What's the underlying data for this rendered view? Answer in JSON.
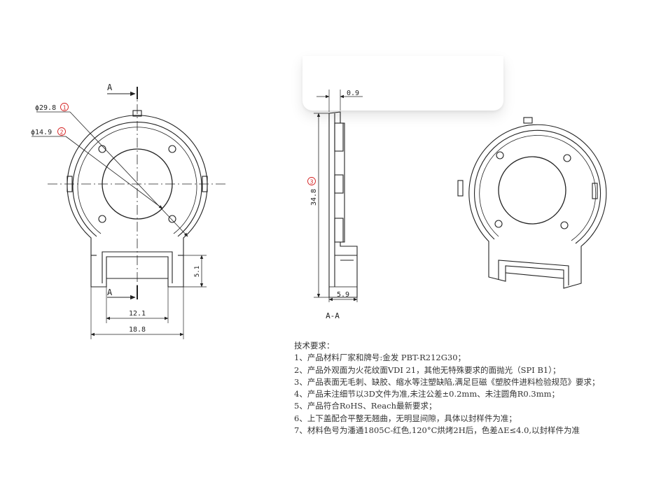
{
  "front_view": {
    "section_mark_top": "A",
    "section_mark_bottom": "A",
    "dia_outer": "ϕ29.8",
    "dia_outer_ref": "1",
    "dia_inner": "ϕ14.9",
    "dia_inner_ref": "2",
    "dim_tab_width": "12.1",
    "dim_overall_width": "18.8",
    "dim_tab_height": "5.1"
  },
  "section_view": {
    "dim_wall": "0.9",
    "dim_height": "34.8",
    "dim_height_ref": "3",
    "dim_depth": "5.9",
    "section_label": "A-A"
  },
  "notes": {
    "title": "技术要求：",
    "items": [
      "1、产品材料厂家和牌号:金发 PBT-R212G30；",
      "2、产品外观面为火花纹面VDI 21，其他无特殊要求的面抛光（SPI B1）；",
      "3、产品表面无毛刺、缺胶、缩水等注塑缺陷,满足巨磁《塑胶件进料检验规范》要求；",
      "4、产品未注细节以3D文件为准,未注公差±0.2mm、未注圆角R0.3mm；",
      "5、产品符合RoHS、Reach最新要求；",
      "6、上下盖配合平整无翘曲，无明显间隙，具体以封样件为准；",
      "7、材料色号为潘通1805C-红色,120°C烘烤2H后，色差ΔE≤4.0,以封样件为准"
    ]
  },
  "colors": {
    "line": "#222222",
    "callout": "#d42020",
    "text": "#333333"
  }
}
